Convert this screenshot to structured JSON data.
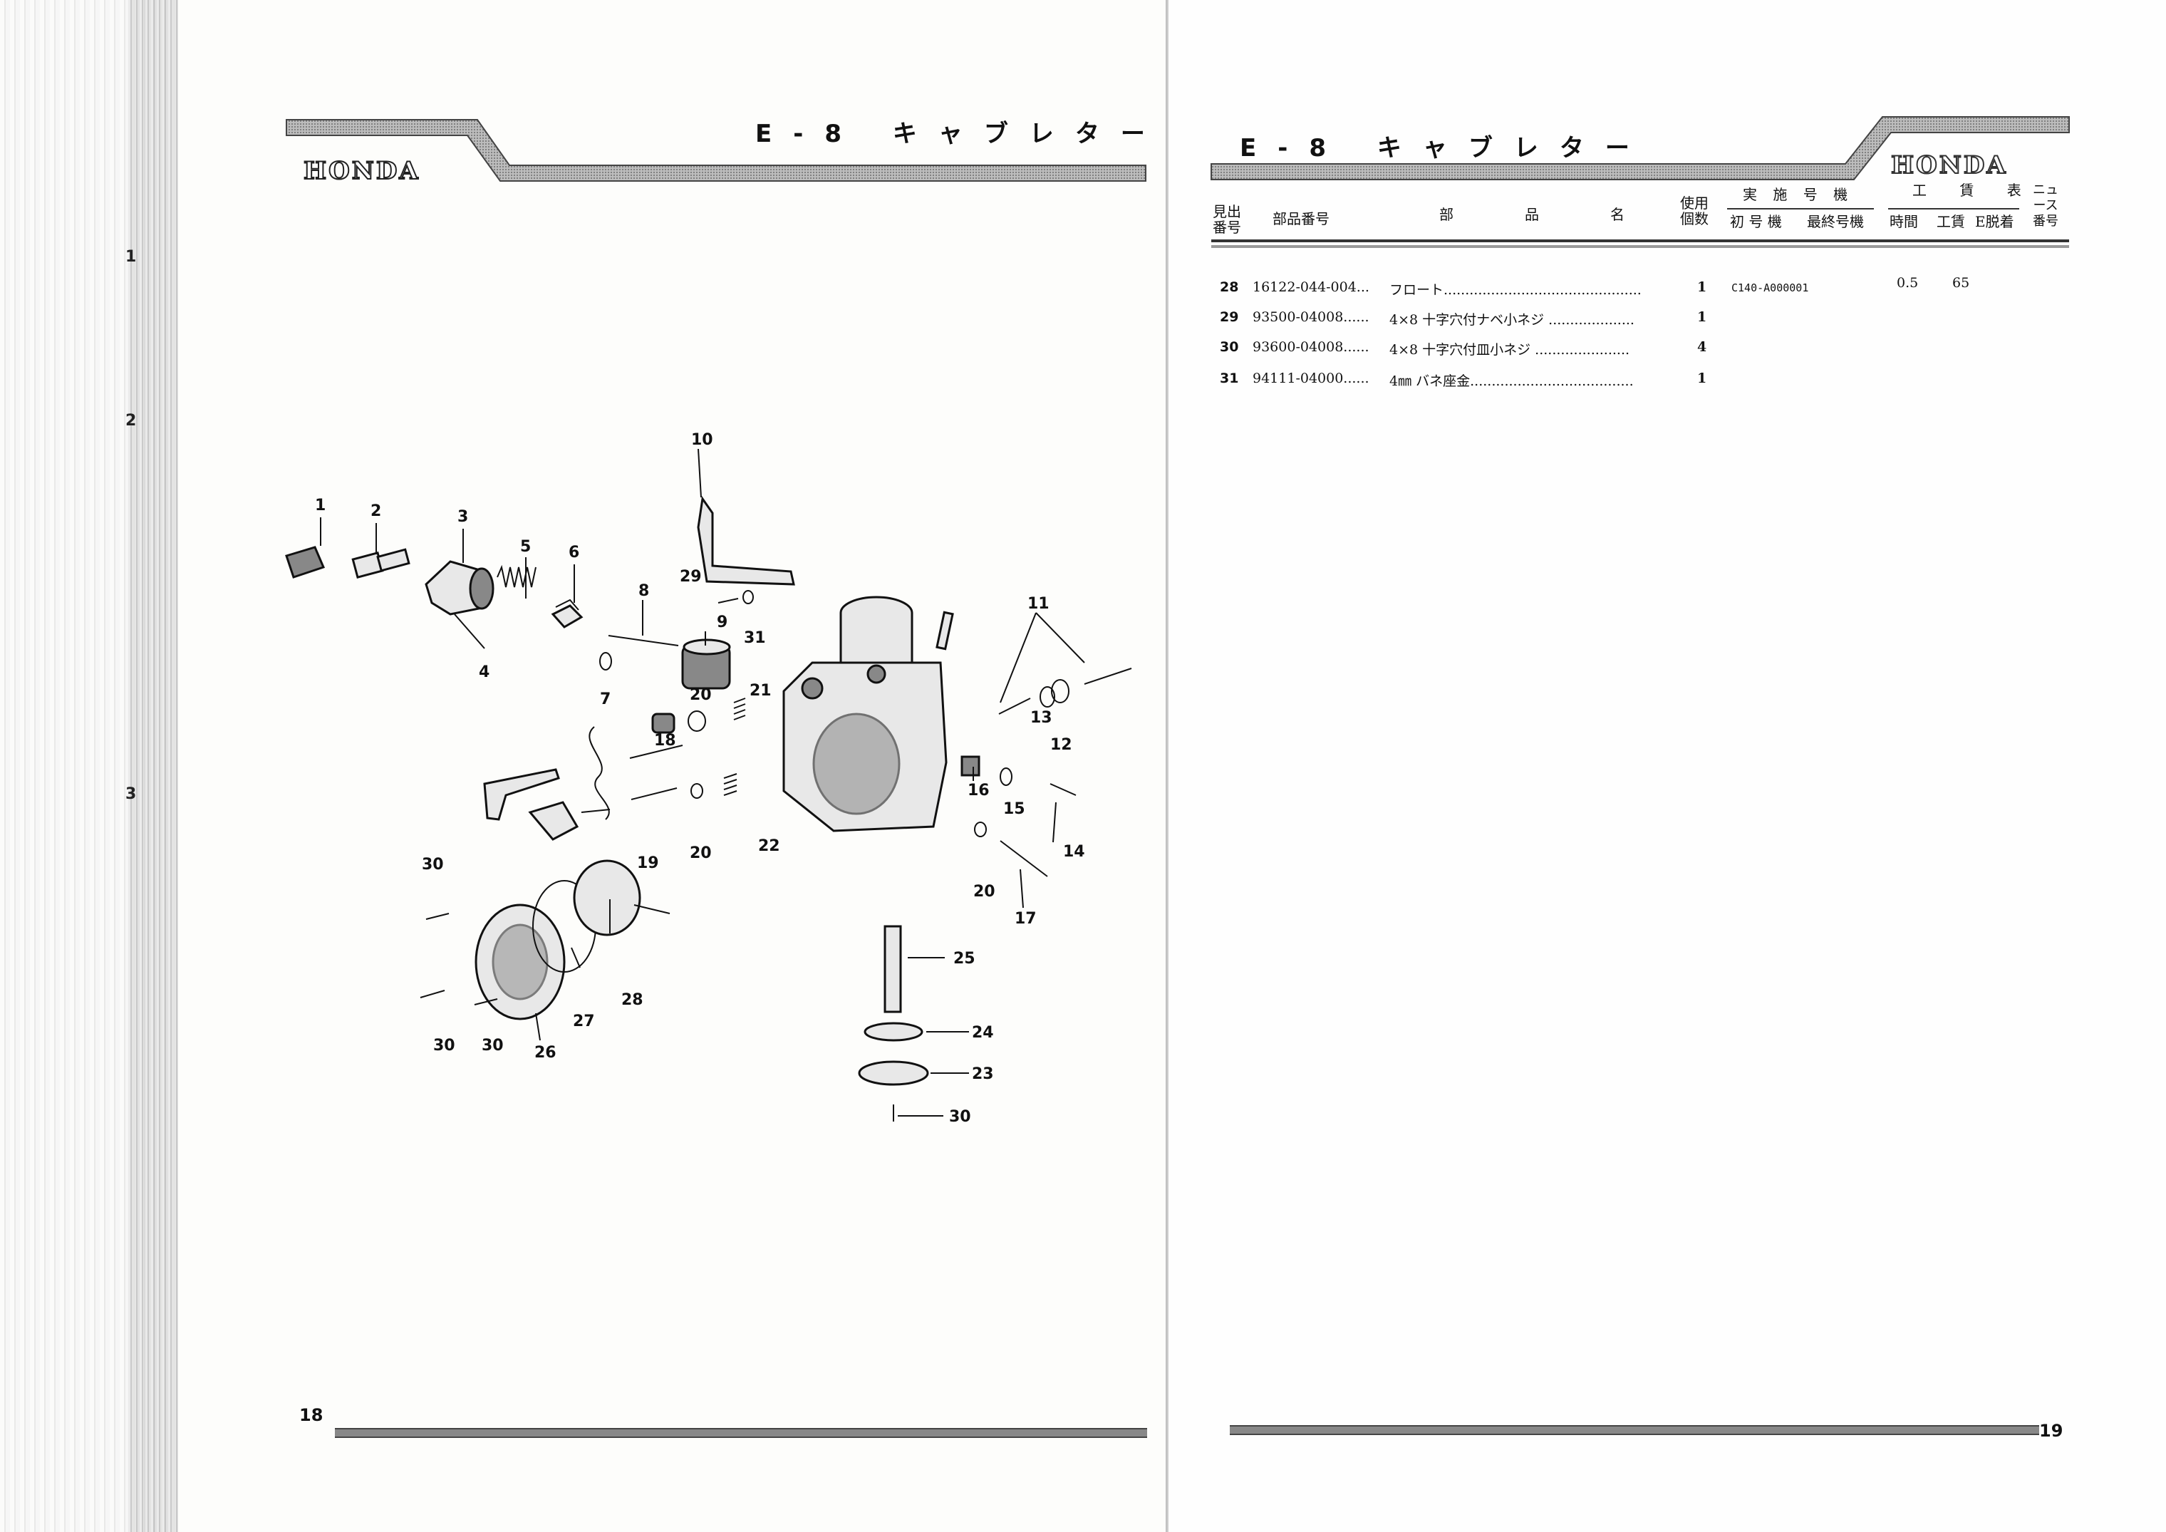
{
  "left_page": {
    "brand": "HONDA",
    "section_title": "E-8 キャブレター",
    "page_number": "18",
    "margin_numbers": [
      "1",
      "2",
      "3"
    ],
    "callouts": [
      "1",
      "2",
      "3",
      "4",
      "5",
      "6",
      "7",
      "8",
      "9",
      "10",
      "11",
      "12",
      "13",
      "14",
      "15",
      "16",
      "17",
      "18",
      "19",
      "20",
      "20",
      "20",
      "21",
      "22",
      "23",
      "24",
      "25",
      "26",
      "27",
      "28",
      "29",
      "30",
      "30",
      "30",
      "30",
      "31"
    ]
  },
  "right_page": {
    "brand": "HONDA",
    "section_title": "E-8 キャブレター",
    "page_number": "19",
    "columns": {
      "ref": "見出番号",
      "part_number": "部品番号",
      "part_name": "部　品　名",
      "qty": "使用個数",
      "serial_group": "実 施 号 機",
      "first_serial": "初 号 機",
      "last_serial": "最終号機",
      "labor_group": "工 賃 表",
      "hours": "時間",
      "cost": "工賃",
      "detach": "E脱着",
      "news": "ニュース番号"
    },
    "rows": [
      {
        "ref": "28",
        "part_number": "16122-044-004...",
        "name": "フロート..............................................",
        "qty": "1",
        "first_serial": "C140-A000001",
        "hours": "0.5",
        "cost": "65"
      },
      {
        "ref": "29",
        "part_number": "93500-04008......",
        "name": "4×8 十字穴付ナベ小ネジ ....................",
        "qty": "1",
        "first_serial": "",
        "hours": "",
        "cost": ""
      },
      {
        "ref": "30",
        "part_number": "93600-04008......",
        "name": "4×8 十字穴付皿小ネジ ......................",
        "qty": "4",
        "first_serial": "",
        "hours": "",
        "cost": ""
      },
      {
        "ref": "31",
        "part_number": "94111-04000......",
        "name": "4㎜ バネ座金......................................",
        "qty": "1",
        "first_serial": "",
        "hours": "",
        "cost": ""
      }
    ]
  }
}
